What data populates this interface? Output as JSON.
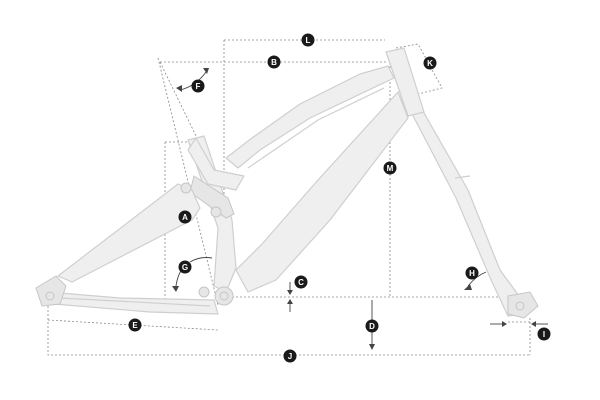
{
  "diagram": {
    "labels": {
      "A": "A",
      "B": "B",
      "C": "C",
      "D": "D",
      "E": "E",
      "F": "F",
      "G": "G",
      "H": "H",
      "I": "I",
      "J": "J",
      "K": "K",
      "L": "L",
      "M": "M"
    }
  }
}
